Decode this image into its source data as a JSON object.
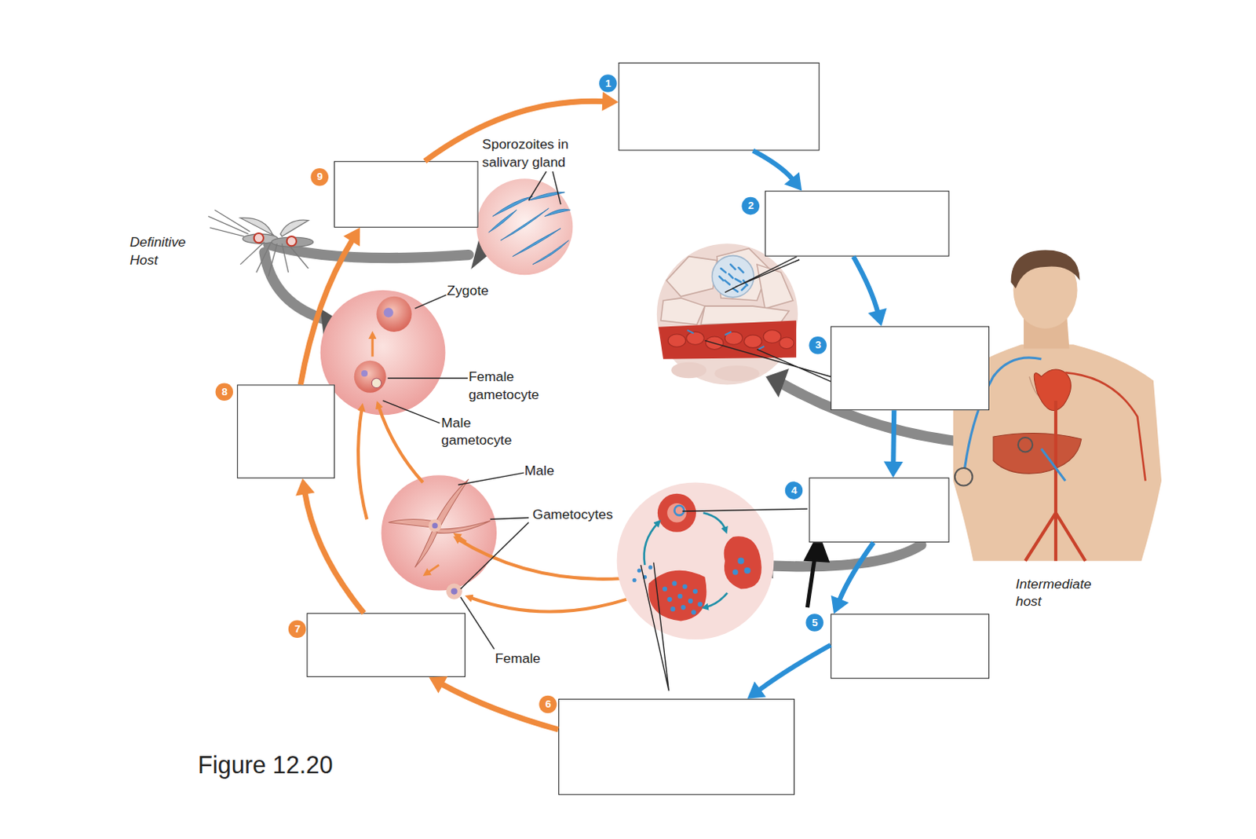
{
  "diagram": {
    "caption": "Figure 12.20",
    "nodes": [
      {
        "text": [
          "1"
        ]
      },
      {
        "text": [
          "2"
        ]
      },
      {
        "text": [
          "3"
        ]
      },
      {
        "text": [
          "4"
        ]
      },
      {
        "text": [
          "5"
        ]
      },
      {
        "text": [
          "6"
        ]
      },
      {
        "text": [
          "7"
        ]
      },
      {
        "text": [
          "8"
        ]
      },
      {
        "text": [
          "9"
        ]
      }
    ],
    "edges": [
      {
        "from": 0,
        "to": 1,
        "arrow": "to"
      },
      {
        "from": 1,
        "to": 2,
        "arrow": "to"
      },
      {
        "from": 2,
        "to": 3,
        "arrow": "to"
      },
      {
        "from": 3,
        "to": 4,
        "arrow": "to"
      },
      {
        "from": 4,
        "to": 5,
        "arrow": "to"
      },
      {
        "from": 5,
        "to": 6,
        "arrow": "to"
      },
      {
        "from": 6,
        "to": 7,
        "arrow": "to"
      },
      {
        "from": 7,
        "to": 8,
        "arrow": "to"
      },
      {
        "from": 8,
        "to": 0,
        "arrow": "to"
      }
    ],
    "labels": [
      "Sporozoites in salivary gland",
      "Definitive Host",
      "Zygote",
      "Female gametocyte",
      "Male gametocyte",
      "Male",
      "Gametocytes",
      "Female",
      "Intermediate host"
    ]
  }
}
